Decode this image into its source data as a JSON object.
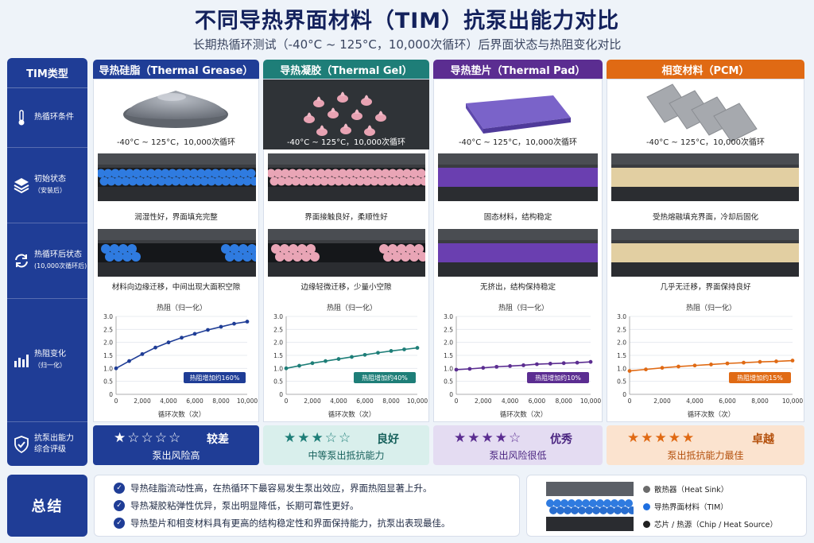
{
  "header": {
    "title": "不同导热界面材料（TIM）抗泵出能力对比",
    "subtitle": "长期热循环测试（-40°C ~ 125°C，10,000次循环）后界面状态与热阻变化对比"
  },
  "sidebar": {
    "header": "TIM类型",
    "rows": [
      {
        "label": "热循环条件",
        "sub": "",
        "icon": "thermometer-icon"
      },
      {
        "label": "初始状态",
        "sub": "（安装后）",
        "icon": "layers-icon"
      },
      {
        "label": "热循环后状态",
        "sub": "(10,000次循环后)",
        "icon": "cycle-arrows-icon"
      },
      {
        "label": "热阻变化",
        "sub": "（归一化）",
        "icon": "bar-chart-icon"
      },
      {
        "label": "抗泵出能力",
        "sub": "综合评级",
        "icon": "shield-check-icon"
      }
    ]
  },
  "columns": [
    {
      "header": "导热硅脂（Thermal Grease）",
      "color": "#1f3d96",
      "condition": "-40°C ~ 125°C，10,000次循环",
      "initial_caption": "润湿性好，界面填充完整",
      "after_caption": "材料向边缘迁移，中间出现大面积空隙",
      "grade": "较差",
      "rating_desc": "泵出风险高",
      "stars_filled": 1
    },
    {
      "header": "导热凝胶（Thermal Gel）",
      "color": "#1e7e78",
      "condition": "-40°C ~ 125°C，10,000次循环",
      "initial_caption": "界面接触良好，柔顺性好",
      "after_caption": "边缘轻微迁移，少量小空隙",
      "grade": "良好",
      "rating_desc": "中等泵出抵抗能力",
      "stars_filled": 3
    },
    {
      "header": "导热垫片（Thermal Pad）",
      "color": "#5b2d91",
      "condition": "-40°C ~ 125°C，10,000次循环",
      "initial_caption": "固态材料，结构稳定",
      "after_caption": "无挤出，结构保持稳定",
      "grade": "优秀",
      "rating_desc": "泵出风险很低",
      "stars_filled": 4
    },
    {
      "header": "相变材料（PCM）",
      "color": "#e06a14",
      "condition": "-40°C ~ 125°C，10,000次循环",
      "initial_caption": "受热熔融填充界面，冷却后固化",
      "after_caption": "几乎无迁移，界面保持良好",
      "grade": "卓越",
      "rating_desc": "泵出抵抗能力最佳",
      "stars_filled": 5
    }
  ],
  "chart_data": [
    {
      "type": "line",
      "title": "热阻（归一化）",
      "xlabel": "循环次数（次）",
      "ylabel": "",
      "xlim": [
        0,
        10000
      ],
      "ylim": [
        0,
        3.0
      ],
      "x": [
        0,
        1000,
        2000,
        3000,
        4000,
        5000,
        6000,
        7000,
        8000,
        9000,
        10000
      ],
      "series": [
        {
          "values": [
            1.0,
            1.28,
            1.55,
            1.8,
            2.0,
            2.18,
            2.33,
            2.48,
            2.6,
            2.72,
            2.8
          ]
        }
      ],
      "annotation": "热阻增加约160%",
      "color": "#1f3d96"
    },
    {
      "type": "line",
      "title": "热阻（归一化）",
      "xlabel": "循环次数（次）",
      "ylabel": "",
      "xlim": [
        0,
        10000
      ],
      "ylim": [
        0,
        3.0
      ],
      "x": [
        0,
        1000,
        2000,
        3000,
        4000,
        5000,
        6000,
        7000,
        8000,
        9000,
        10000
      ],
      "series": [
        {
          "values": [
            1.0,
            1.1,
            1.2,
            1.28,
            1.36,
            1.44,
            1.52,
            1.6,
            1.67,
            1.73,
            1.79
          ]
        }
      ],
      "annotation": "热阻增加约40%",
      "color": "#1e7e78"
    },
    {
      "type": "line",
      "title": "热阻（归一化）",
      "xlabel": "循环次数（次）",
      "ylabel": "",
      "xlim": [
        0,
        10000
      ],
      "ylim": [
        0,
        3.0
      ],
      "x": [
        0,
        1000,
        2000,
        3000,
        4000,
        5000,
        6000,
        7000,
        8000,
        9000,
        10000
      ],
      "series": [
        {
          "values": [
            0.95,
            0.98,
            1.02,
            1.06,
            1.09,
            1.12,
            1.16,
            1.18,
            1.2,
            1.22,
            1.25
          ]
        }
      ],
      "annotation": "热阻增加约10%",
      "color": "#5b2d91"
    },
    {
      "type": "line",
      "title": "热阻（归一化）",
      "xlabel": "循环次数（次）",
      "ylabel": "",
      "xlim": [
        0,
        10000
      ],
      "ylim": [
        0,
        3.0
      ],
      "x": [
        0,
        1000,
        2000,
        3000,
        4000,
        5000,
        6000,
        7000,
        8000,
        9000,
        10000
      ],
      "series": [
        {
          "values": [
            0.9,
            0.96,
            1.02,
            1.07,
            1.11,
            1.15,
            1.19,
            1.22,
            1.25,
            1.27,
            1.3
          ]
        }
      ],
      "annotation": "热阻增加约15%",
      "color": "#e06a14"
    }
  ],
  "axis": {
    "yticks": [
      "0",
      "0.5",
      "1.0",
      "1.5",
      "2.0",
      "2.5",
      "3.0"
    ],
    "xticks": [
      "0",
      "2,000",
      "4,000",
      "6,000",
      "8,000",
      "10,000"
    ]
  },
  "summary": {
    "label": "总结",
    "points": [
      "导热硅脂流动性高，在热循环下最容易发生泵出效应，界面热阻显著上升。",
      "导热凝胶粘弹性优异，泵出明显降低，长期可靠性更好。",
      "导热垫片和相变材料具有更高的结构稳定性和界面保持能力，抗泵出表现最佳。"
    ]
  },
  "legend": [
    {
      "label": "散热器（Heat Sink）",
      "color": "#6b6b6b"
    },
    {
      "label": "导热界面材料（TIM）",
      "color": "#1e6fe0"
    },
    {
      "label": "芯片 / 热源（Chip / Heat Source）",
      "color": "#222222"
    }
  ]
}
